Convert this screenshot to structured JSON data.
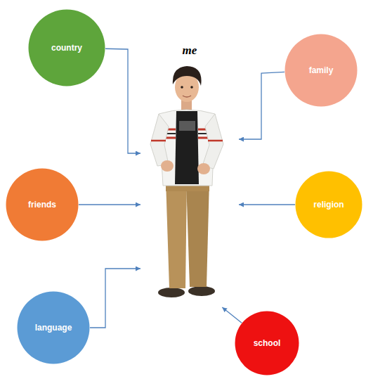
{
  "diagram": {
    "nodes": [
      {
        "text": [
          "country"
        ]
      },
      {
        "text": [
          "me"
        ]
      },
      {
        "text": [
          "family"
        ]
      },
      {
        "text": [
          "friends"
        ]
      },
      {
        "text": [
          "religion"
        ]
      },
      {
        "text": [
          "language"
        ]
      },
      {
        "text": [
          "school"
        ]
      }
    ],
    "edges": [
      {
        "from": 0,
        "to": 1,
        "arrow": "to"
      },
      {
        "from": 2,
        "to": 1,
        "arrow": "to"
      },
      {
        "from": 3,
        "to": 1,
        "arrow": "to"
      },
      {
        "from": 4,
        "to": 1,
        "arrow": "to"
      },
      {
        "from": 5,
        "to": 1,
        "arrow": "to"
      },
      {
        "from": 6,
        "to": 1,
        "arrow": "to"
      }
    ]
  }
}
